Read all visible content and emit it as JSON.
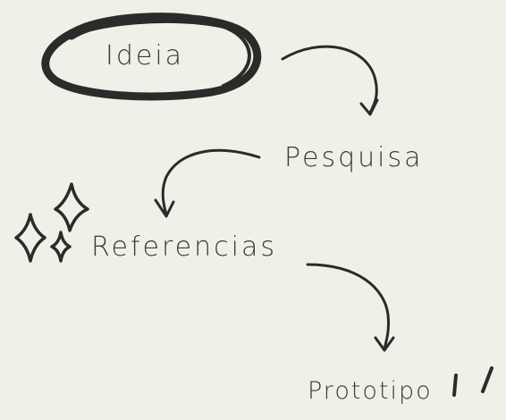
{
  "nodes": [
    {
      "id": "ideia",
      "label": "Ideia"
    },
    {
      "id": "pesquisa",
      "label": "Pesquisa"
    },
    {
      "id": "referencias",
      "label": "Referencias"
    },
    {
      "id": "prototipo",
      "label": "Prototipo"
    }
  ],
  "edges": [
    {
      "from": "ideia",
      "to": "pesquisa"
    },
    {
      "from": "pesquisa",
      "to": "referencias"
    },
    {
      "from": "referencias",
      "to": "prototipo"
    }
  ],
  "colors": {
    "background": "#f1f0e8",
    "ink": "#2b2b29"
  },
  "decorations": [
    "sparkle-icons",
    "emphasis-marks"
  ]
}
